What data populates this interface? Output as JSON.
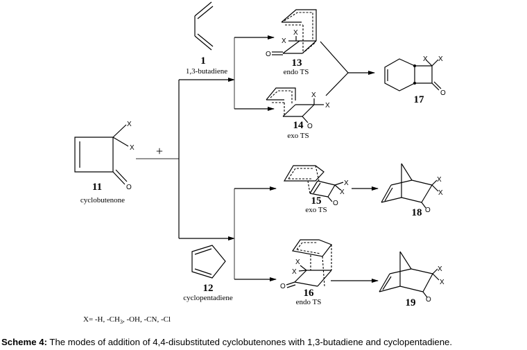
{
  "compounds": {
    "c1": {
      "number": "1",
      "name": "1,3-butadiene"
    },
    "c11": {
      "number": "11",
      "name": "cyclobutenone"
    },
    "c12": {
      "number": "12",
      "name": "cyclopentadiene"
    },
    "c13": {
      "number": "13",
      "name": "endo TS"
    },
    "c14": {
      "number": "14",
      "name": "exo TS"
    },
    "c15": {
      "number": "15",
      "name": "exo TS"
    },
    "c16": {
      "number": "16",
      "name": "endo TS"
    },
    "c17": {
      "number": "17"
    },
    "c18": {
      "number": "18"
    },
    "c19": {
      "number": "19"
    }
  },
  "atoms": {
    "x": "X",
    "o": "O"
  },
  "plus_sign": "+",
  "substituents": {
    "prefix": "X= -H, -CH",
    "sub": "3",
    "suffix": ", -OH, -CN, -Cl"
  },
  "caption": {
    "label": "Scheme 4:",
    "text": " The modes of addition of 4,4-disubstituted cyclobutenones with 1,3-butadiene and cyclopentadiene."
  }
}
